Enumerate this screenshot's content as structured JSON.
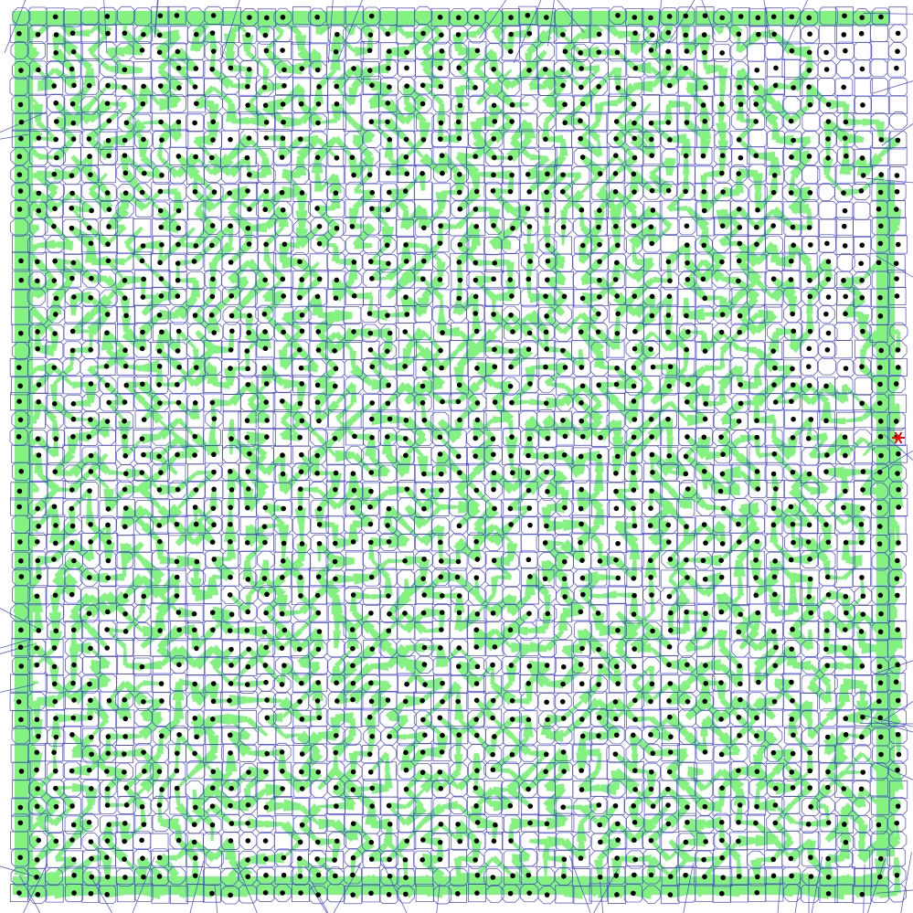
{
  "figure": {
    "type": "maze-voronoi-diagram",
    "background": "#ffffff",
    "band_color": "#83f27f",
    "edge_color": "#3f3fd8",
    "site_color": "#000000",
    "marker_color": "#ff0000",
    "marker_glyph": "*",
    "grid": {
      "rows": 51,
      "cols": 51
    }
  }
}
